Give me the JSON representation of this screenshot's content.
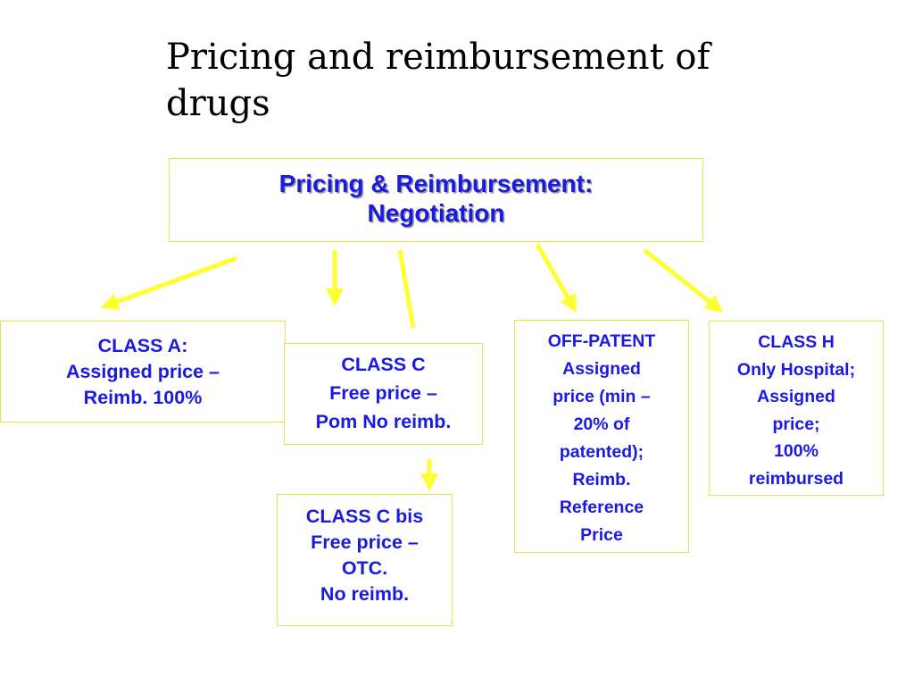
{
  "title": {
    "line1": "Pricing and reimbursement of",
    "line2": "drugs"
  },
  "root": {
    "line1": "Pricing & Reimbursement:",
    "line2": "Negotiation"
  },
  "class_a": {
    "line1": "CLASS A:",
    "line2": "Assigned price –",
    "line3": "Reimb. 100%"
  },
  "class_c": {
    "line1": "CLASS C",
    "line2": "Free price –",
    "line3": "Pom No reimb."
  },
  "class_c_bis": {
    "line1": "CLASS C bis",
    "line2": "Free price –",
    "line3": "OTC.",
    "line4": "No reimb."
  },
  "off_patent": {
    "line1": "OFF-PATENT",
    "line2": "Assigned",
    "line3": "price (min –",
    "line4": "20% of",
    "line5": "patented);",
    "line6": "Reimb.",
    "line7": "Reference",
    "line8": "Price"
  },
  "class_h": {
    "line1": "CLASS H",
    "line2": "Only Hospital;",
    "line3": "Assigned",
    "line4": "price;",
    "line5": "100%",
    "line6": "reimbursed"
  },
  "colors": {
    "box_text": "#1a1ae0",
    "box_border": "#e3e34a",
    "arrow": "#ffff33",
    "title": "#000000"
  }
}
